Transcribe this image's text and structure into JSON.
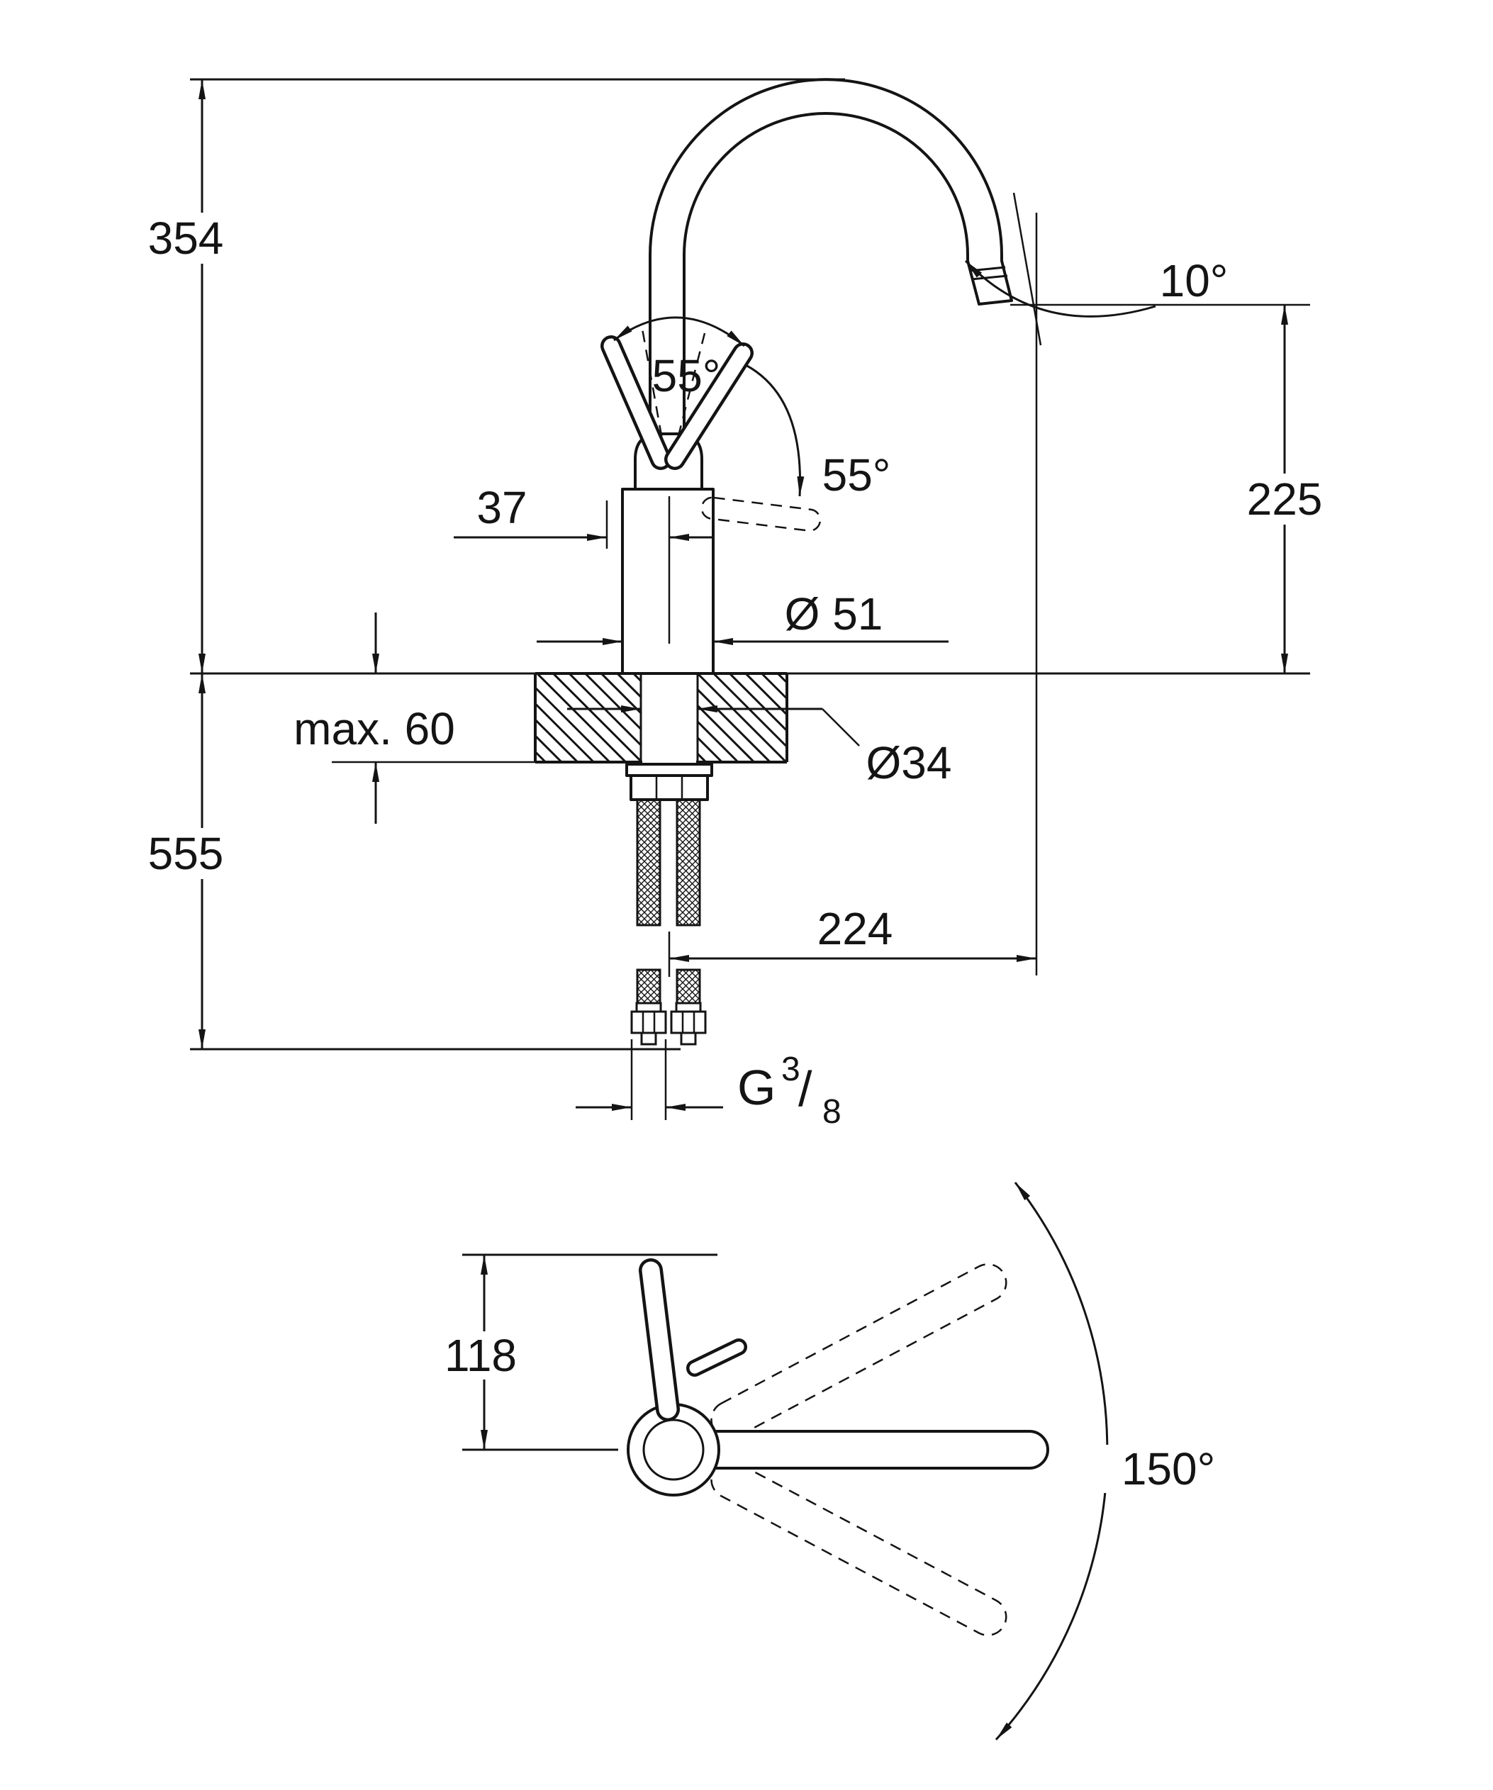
{
  "page": {
    "background": "#ffffff",
    "ink": "#141414"
  },
  "side_view": {
    "dim_height_above": "354",
    "dim_height_below": "555",
    "dim_deck_thickness": "max. 60",
    "dim_handle_offset": "37",
    "dim_lever_swing_top": "55°",
    "dim_lever_swing_side": "55°",
    "dim_spout_tilt": "10°",
    "dim_spout_height": "225",
    "dim_body_diameter": "Ø 51",
    "dim_hole_diameter": "Ø34",
    "dim_spout_reach": "224",
    "thread": {
      "prefix": "G",
      "numerator": "3",
      "slash": "/",
      "denominator": "8"
    }
  },
  "top_view": {
    "dim_handle_depth": "118",
    "dim_swivel_range": "150°"
  }
}
